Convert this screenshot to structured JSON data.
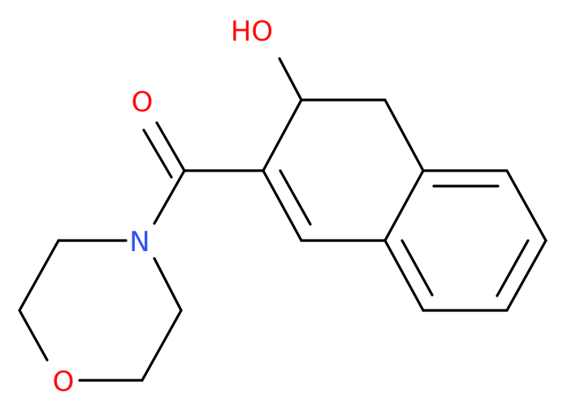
{
  "molecule": {
    "atoms": [
      {
        "id": "hydroxyl",
        "text": "HO",
        "element": "O",
        "color": "#ff0d0d"
      },
      {
        "id": "carbonyl-oxygen",
        "text": "O",
        "element": "O",
        "color": "#ff0d0d"
      },
      {
        "id": "amide-nitrogen",
        "text": "N",
        "element": "N",
        "color": "#3050f8"
      },
      {
        "id": "ring-oxygen",
        "text": "O",
        "element": "O",
        "color": "#ff0d0d"
      }
    ],
    "bond_color": "#000000"
  }
}
